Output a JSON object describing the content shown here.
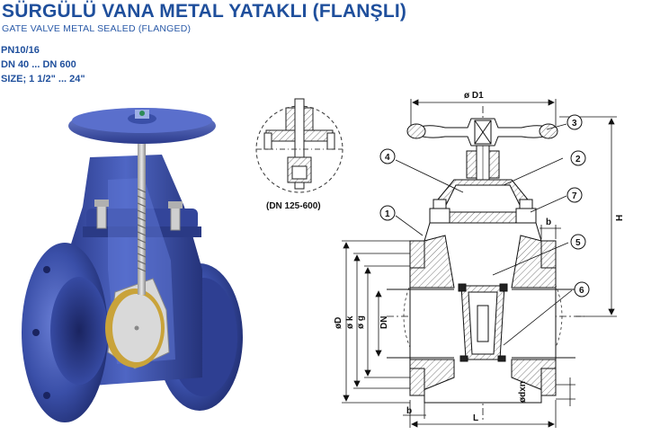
{
  "header": {
    "title": "SÜRGÜLÜ VANA METAL YATAKLI (FLANŞLI)",
    "subtitle": "GATE VALVE METAL SEALED (FLANGED)"
  },
  "specs": [
    "PN10/16",
    "DN 40 ... DN 600",
    "SIZE; 1 1/2\" ... 24\""
  ],
  "inset": {
    "label": "(DN 125-600)"
  },
  "drawing": {
    "dimensions": {
      "d1": "ø D1",
      "h": "H",
      "od": "øD",
      "k": "ø k",
      "g": "ø g",
      "dn": "DN",
      "b_top": "b",
      "b_bottom": "b",
      "dxn": "ødxn",
      "l": "L"
    },
    "callouts": [
      "1",
      "2",
      "3",
      "4",
      "5",
      "6",
      "7"
    ]
  },
  "colors": {
    "title": "#1f4f9c",
    "valve_body": "#3a4fa8",
    "valve_dark": "#26347a",
    "brass": "#c9a33a",
    "line": "#111111"
  }
}
